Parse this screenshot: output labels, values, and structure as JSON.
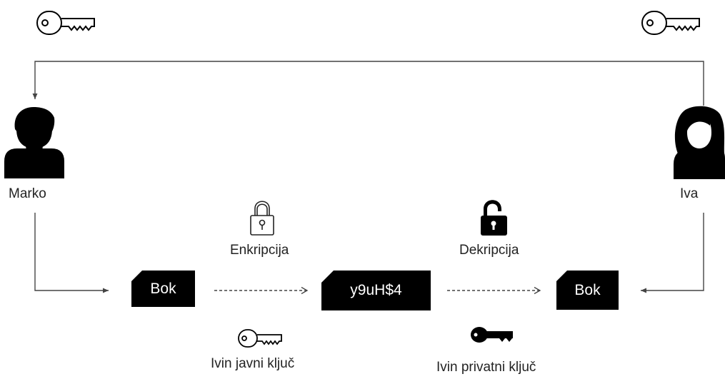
{
  "actors": {
    "sender": {
      "name": "Marko",
      "icon": "man-user-icon"
    },
    "receiver": {
      "name": "Iva",
      "icon": "woman-user-icon"
    }
  },
  "steps": {
    "encryption": {
      "label": "Enkripcija",
      "icon": "closed-padlock-icon",
      "key_label": "Ivin javni ključ",
      "key_icon": "outline-key-icon"
    },
    "decryption": {
      "label": "Dekripcija",
      "icon": "open-padlock-icon",
      "key_label": "Ivin privatni ključ",
      "key_icon": "solid-key-icon"
    }
  },
  "messages": {
    "plaintext": "Bok",
    "ciphertext": "y9uH$4",
    "decrypted": "Bok"
  },
  "top_keys": {
    "left_icon": "outline-key-icon",
    "right_icon": "outline-key-icon"
  },
  "colors": {
    "ink": "#000000",
    "text": "#222222",
    "line": "#444444"
  }
}
